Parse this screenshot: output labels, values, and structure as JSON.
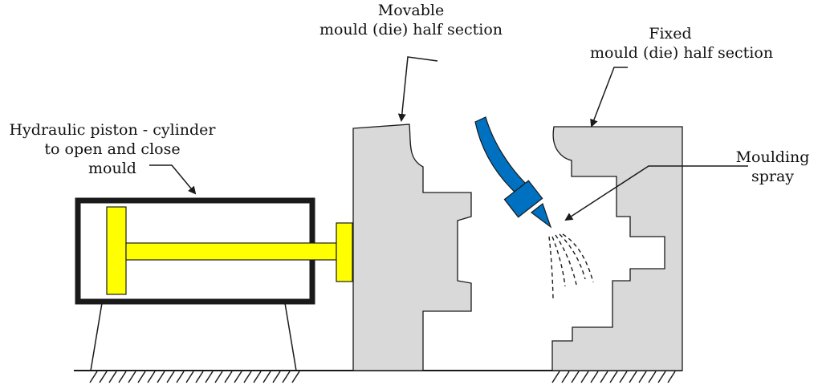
{
  "labels": {
    "movable": [
      "Movable",
      "mould (die) half section"
    ],
    "fixed": [
      "Fixed",
      "mould (die) half section"
    ],
    "hydraulic": [
      "Hydraulic piston - cylinder",
      "to open and close",
      "mould"
    ],
    "spray": [
      "Moulding",
      "spray"
    ]
  },
  "colors": {
    "mould_fill": "#d9d9d9",
    "piston": "#ffff00",
    "nozzle": "#0070c0",
    "outline": "#1a1a1a",
    "background": "#ffffff"
  }
}
